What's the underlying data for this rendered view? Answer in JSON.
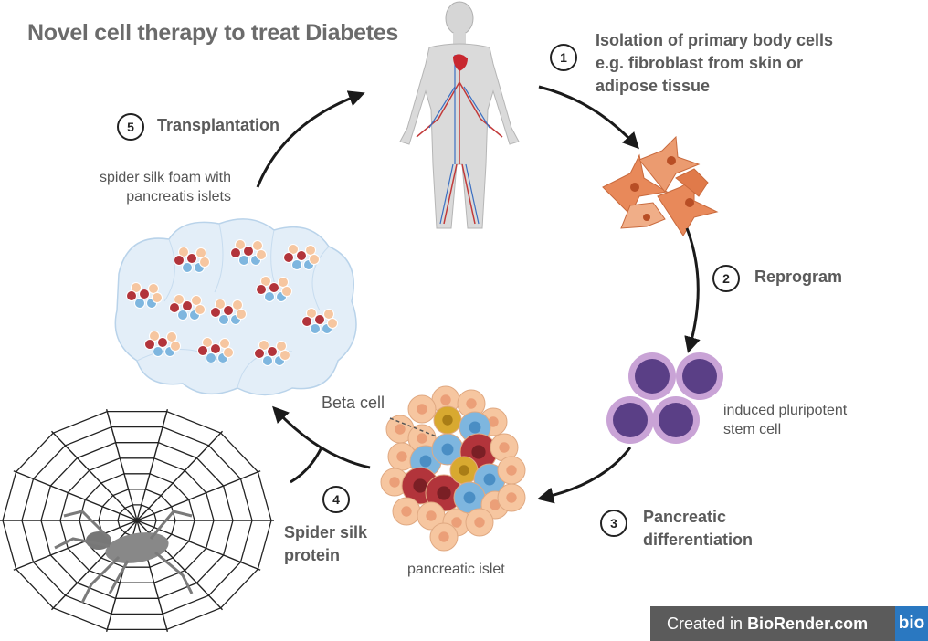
{
  "title": "Novel cell therapy to treat Diabetes",
  "steps": [
    {
      "number": "1",
      "title": "Isolation of primary body cells e.g. fibroblast from skin or adipose tissue"
    },
    {
      "number": "2",
      "title": "Reprogram"
    },
    {
      "number": "3",
      "title": "Pancreatic differentiation"
    },
    {
      "number": "4",
      "title": "Spider silk protein"
    },
    {
      "number": "5",
      "title": "Transplantation"
    }
  ],
  "step1_lines": [
    "Isolation of primary body cells",
    "e.g. fibroblast from skin or",
    "adipose tissue"
  ],
  "step3_lines": [
    "Pancreatic",
    "differentiation"
  ],
  "step4_lines": [
    "Spider silk",
    "protein"
  ],
  "captions": {
    "ipsc_lines": [
      "induced pluripotent",
      "stem cell"
    ],
    "islet": "pancreatic islet",
    "beta_cell": "Beta cell",
    "foam_lines": [
      "spider silk foam with",
      "pancreatis islets"
    ]
  },
  "footer": {
    "prefix": "Created in ",
    "brand": "BioRender.com",
    "logo": "bio"
  },
  "colors": {
    "fibroblast": "#e8895a",
    "stem_cell_ring": "#c9a3d6",
    "stem_cell_core": "#5a3f86",
    "islet_peach": "#f6c6a0",
    "islet_blue": "#7eb6df",
    "islet_red": "#b2343b",
    "islet_gold": "#d8a930",
    "foam": "#e3eef8",
    "footer_bg": "#5b5b5b",
    "logo_bg": "#2a78c1"
  }
}
